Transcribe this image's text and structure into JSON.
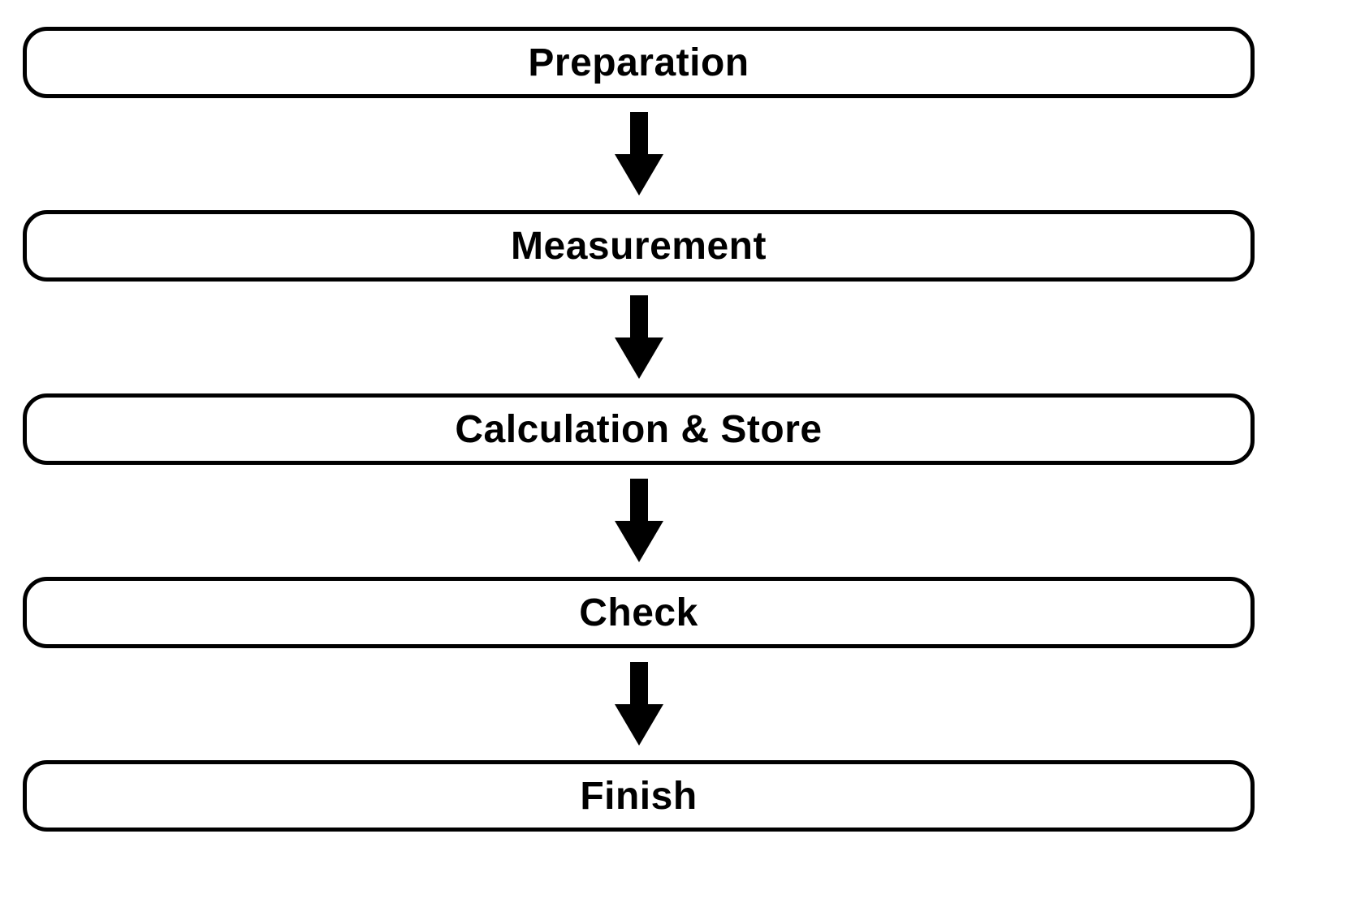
{
  "diagram": {
    "type": "flowchart",
    "direction": "top-to-bottom",
    "nodes": [
      {
        "id": "preparation",
        "label": "Preparation"
      },
      {
        "id": "measurement",
        "label": "Measurement"
      },
      {
        "id": "calculation-store",
        "label": "Calculation & Store"
      },
      {
        "id": "check",
        "label": "Check"
      },
      {
        "id": "finish",
        "label": "Finish"
      }
    ],
    "edges": [
      {
        "from": "preparation",
        "to": "measurement"
      },
      {
        "from": "measurement",
        "to": "calculation-store"
      },
      {
        "from": "calculation-store",
        "to": "check"
      },
      {
        "from": "check",
        "to": "finish"
      }
    ],
    "colors": {
      "node_border": "#000000",
      "node_fill": "#ffffff",
      "text": "#000000",
      "arrow": "#000000",
      "background": "#ffffff"
    }
  }
}
